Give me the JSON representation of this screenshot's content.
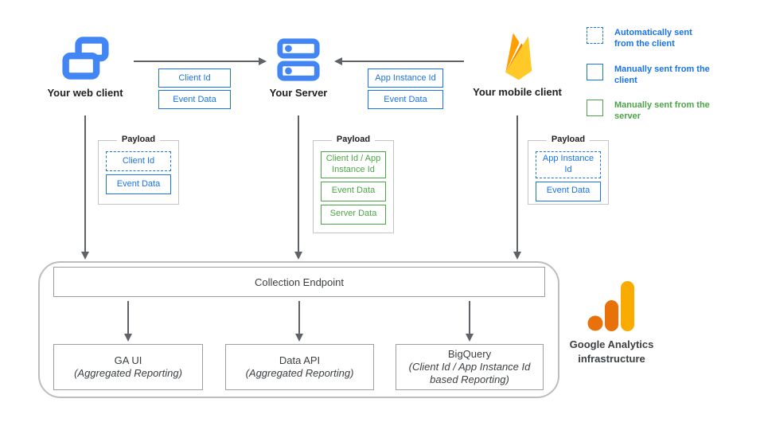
{
  "colors": {
    "blue": "#1A73E8",
    "icon-blue": "#4285F4",
    "green": "#4BA547",
    "arrow": "#5F6368",
    "firebase-yellow": "#FFCA28",
    "firebase-orange": "#FFA000",
    "firebase-dark-orange": "#F57C00",
    "ga-orange": "#E8710A",
    "ga-amber": "#F9AB00"
  },
  "clients": {
    "web": {
      "label": "Your web client",
      "icon": "web-client-windows-icon"
    },
    "server": {
      "label": "Your Server",
      "icon": "server-stack-icon"
    },
    "mobile": {
      "label": "Your mobile client",
      "icon": "firebase-flame-icon"
    }
  },
  "flows": {
    "web_to_server": {
      "labels": [
        "Client Id",
        "Event Data"
      ]
    },
    "mobile_to_server": {
      "labels": [
        "App Instance Id",
        "Event Data"
      ]
    }
  },
  "legend": [
    {
      "label": "Automatically sent from the client",
      "style": "dashed-blue"
    },
    {
      "label": "Manually sent from the client",
      "style": "solid-blue"
    },
    {
      "label": "Manually sent from the server",
      "style": "solid-green"
    }
  ],
  "payloads": [
    {
      "title": "Payload",
      "items": [
        {
          "label": "Client Id",
          "style": "dashed-blue"
        },
        {
          "label": "Event Data",
          "style": "solid-blue"
        }
      ]
    },
    {
      "title": "Payload",
      "items": [
        {
          "label": "Client Id / App Instance Id",
          "style": "green"
        },
        {
          "label": "Event Data",
          "style": "green"
        },
        {
          "label": "Server Data",
          "style": "green"
        }
      ]
    },
    {
      "title": "Payload",
      "items": [
        {
          "label": "App Instance Id",
          "style": "dashed-blue"
        },
        {
          "label": "Event Data",
          "style": "solid-blue"
        }
      ]
    }
  ],
  "infrastructure": {
    "endpoint": "Collection Endpoint",
    "outputs": [
      {
        "title": "GA UI",
        "subtitle": "(Aggregated Reporting)"
      },
      {
        "title": "Data API",
        "subtitle": "(Aggregated Reporting)"
      },
      {
        "title": "BigQuery",
        "subtitle": "(Client Id / App Instance Id based Reporting)"
      }
    ],
    "caption": "Google Analytics infrastructure"
  }
}
